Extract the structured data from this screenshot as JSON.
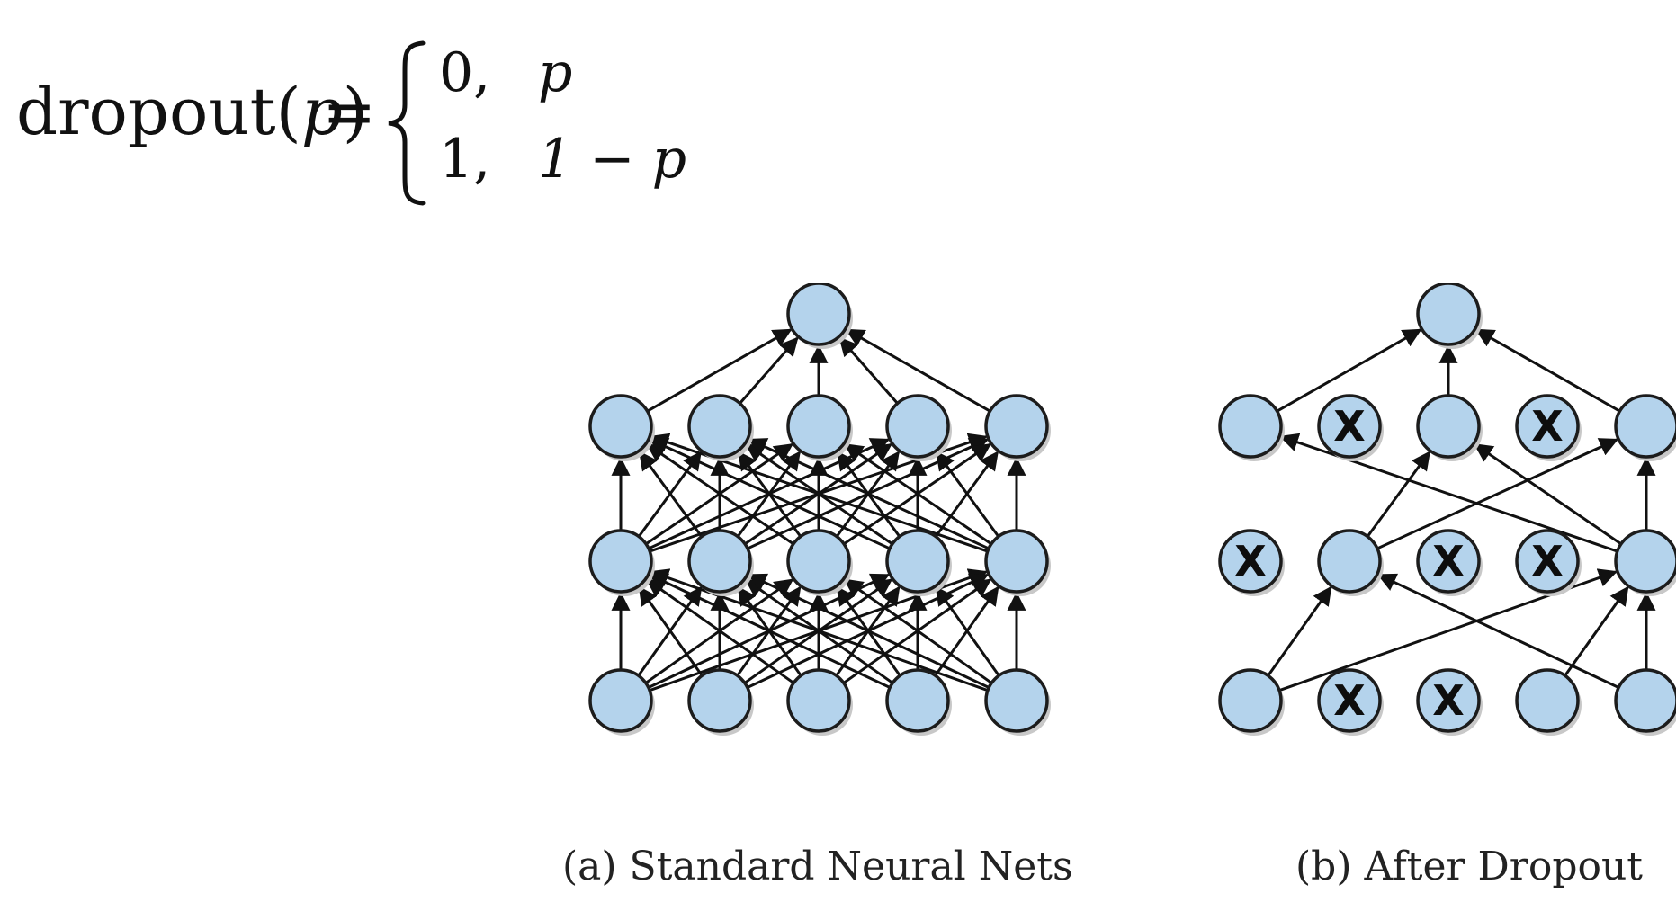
{
  "formula": {
    "lhs_name": "dropout(",
    "lhs_param": "p",
    "lhs_close": ")",
    "equals": "=",
    "cases": [
      {
        "value": "0,",
        "condition": "p"
      },
      {
        "value": "1,",
        "condition": "1 − p"
      }
    ]
  },
  "diagram_a": {
    "caption": "(a) Standard Neural Nets",
    "layers": [
      5,
      5,
      5,
      1
    ],
    "dropped": [
      [],
      [],
      [],
      []
    ],
    "edges": [
      [
        [
          0,
          0
        ],
        [
          0,
          1
        ],
        [
          0,
          2
        ],
        [
          0,
          3
        ],
        [
          0,
          4
        ],
        [
          1,
          0
        ],
        [
          1,
          1
        ],
        [
          1,
          2
        ],
        [
          1,
          3
        ],
        [
          1,
          4
        ],
        [
          2,
          0
        ],
        [
          2,
          1
        ],
        [
          2,
          2
        ],
        [
          2,
          3
        ],
        [
          2,
          4
        ],
        [
          3,
          0
        ],
        [
          3,
          1
        ],
        [
          3,
          2
        ],
        [
          3,
          3
        ],
        [
          3,
          4
        ],
        [
          4,
          0
        ],
        [
          4,
          1
        ],
        [
          4,
          2
        ],
        [
          4,
          3
        ],
        [
          4,
          4
        ]
      ],
      [
        [
          0,
          0
        ],
        [
          0,
          1
        ],
        [
          0,
          2
        ],
        [
          0,
          3
        ],
        [
          0,
          4
        ],
        [
          1,
          0
        ],
        [
          1,
          1
        ],
        [
          1,
          2
        ],
        [
          1,
          3
        ],
        [
          1,
          4
        ],
        [
          2,
          0
        ],
        [
          2,
          1
        ],
        [
          2,
          2
        ],
        [
          2,
          3
        ],
        [
          2,
          4
        ],
        [
          3,
          0
        ],
        [
          3,
          1
        ],
        [
          3,
          2
        ],
        [
          3,
          3
        ],
        [
          3,
          4
        ],
        [
          4,
          0
        ],
        [
          4,
          1
        ],
        [
          4,
          2
        ],
        [
          4,
          3
        ],
        [
          4,
          4
        ]
      ],
      [
        [
          0,
          0
        ],
        [
          1,
          0
        ],
        [
          2,
          0
        ],
        [
          3,
          0
        ],
        [
          4,
          0
        ]
      ]
    ]
  },
  "diagram_b": {
    "caption": "(b) After Dropout",
    "layers": [
      5,
      5,
      5,
      1
    ],
    "dropped": [
      [
        1,
        2
      ],
      [
        0,
        2,
        3
      ],
      [
        1,
        3
      ],
      []
    ],
    "drop_mark": "X",
    "edges": [
      [
        [
          0,
          1
        ],
        [
          0,
          4
        ],
        [
          3,
          4
        ],
        [
          4,
          1
        ],
        [
          4,
          4
        ]
      ],
      [
        [
          1,
          2
        ],
        [
          1,
          4
        ],
        [
          4,
          0
        ],
        [
          4,
          2
        ],
        [
          4,
          4
        ]
      ],
      [
        [
          0,
          0
        ],
        [
          2,
          0
        ],
        [
          4,
          0
        ]
      ]
    ]
  },
  "colors": {
    "node_fill": "#b4d3ec",
    "node_stroke": "#1c1c1c",
    "edge": "#111111",
    "drop_mark": "#0d0d0d"
  }
}
